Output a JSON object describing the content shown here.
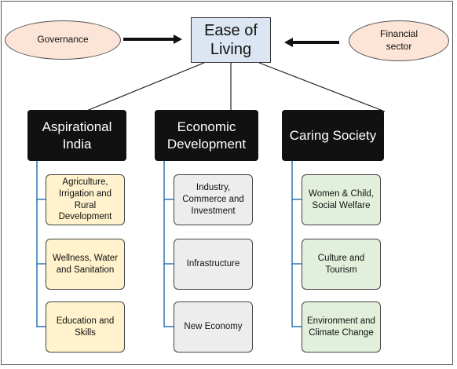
{
  "root": {
    "label": "Ease of Living"
  },
  "inputs": {
    "left": "Governance",
    "right": "Financial sector"
  },
  "pillars": [
    {
      "label": "Aspirational India",
      "items": [
        "Agriculture, Irrigation and Rural Development",
        "Wellness, Water and Sanitation",
        "Education and Skills"
      ]
    },
    {
      "label": "Economic Development",
      "items": [
        "Industry, Commerce and Investment",
        "Infrastructure",
        "New Economy"
      ]
    },
    {
      "label": "Caring Society",
      "items": [
        "Women & Child, Social Welfare",
        "Culture and Tourism",
        "Environment and Climate Change"
      ]
    }
  ],
  "colors": {
    "root_fill": "#dce6f2",
    "input_fill": "#fce4d6",
    "pillar_fill": "#111111",
    "connector": "#2e75b6",
    "items": [
      "#fff2cc",
      "#ededed",
      "#e2efda"
    ]
  }
}
